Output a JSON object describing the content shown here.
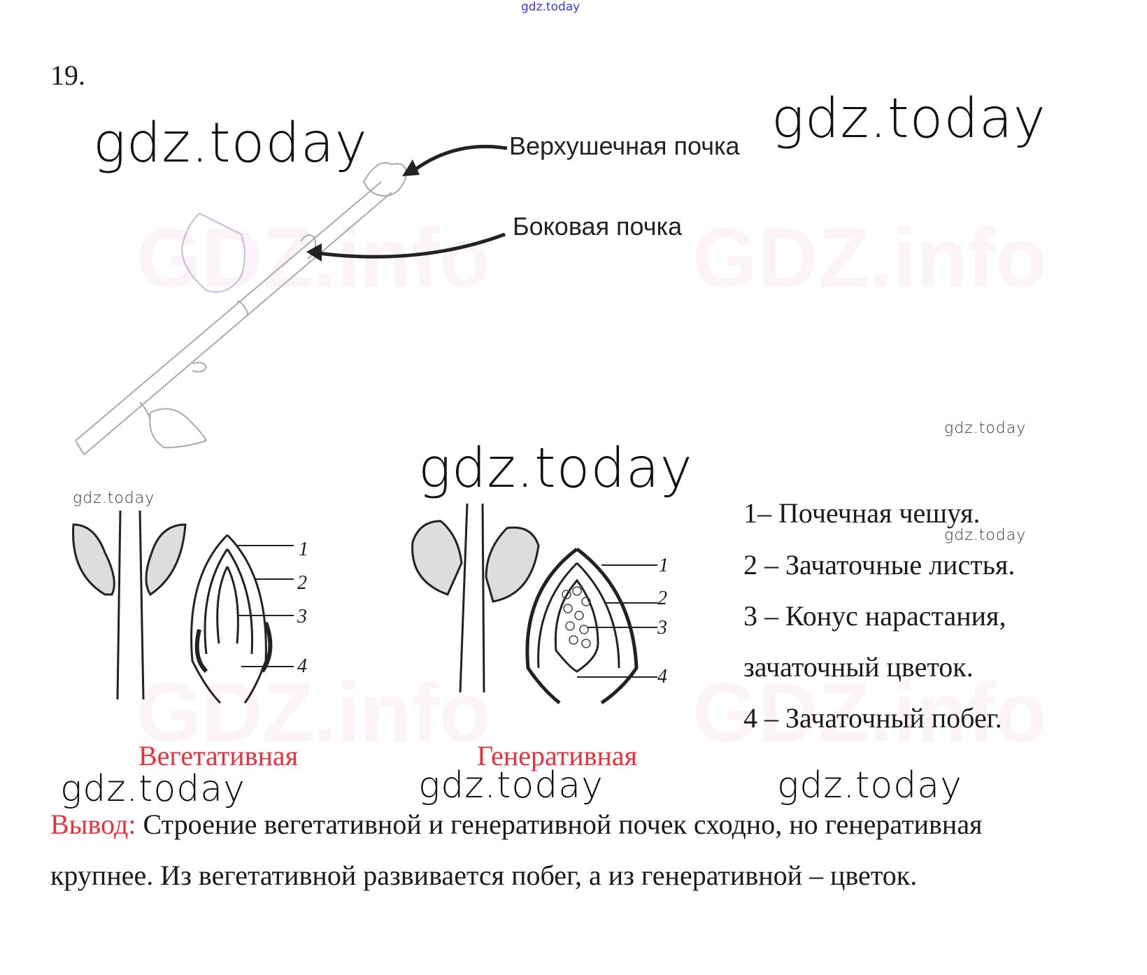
{
  "top_watermark": "gdz.today",
  "task_number": "19.",
  "watermarks": [
    "gdz.today",
    "gdz.today",
    "gdz.today",
    "gdz.today",
    "gdz.today",
    "gdz.today",
    "gdz.today",
    "gdz.today",
    "gdz.today"
  ],
  "faint_watermarks": [
    "GDZ.info",
    "GDZ.info",
    "GDZ.info",
    "GDZ.info"
  ],
  "shoot_labels": {
    "apical_bud": "Верхушечная почка",
    "lateral_bud": "Боковая почка"
  },
  "diagram_numbers": {
    "vegetative": [
      "1",
      "2",
      "3",
      "4"
    ],
    "generative": [
      "1",
      "2",
      "3",
      "4"
    ]
  },
  "legend": [
    "1– Почечная чешуя.",
    "2 – Зачаточные листья.",
    "3 – Конус нарастания,",
    "зачаточный цветок.",
    "4 – Зачаточный побег."
  ],
  "bud_types": {
    "vegetative": "Вегетативная",
    "generative": "Генеративная"
  },
  "conclusion": {
    "label": "Вывод:",
    "line1": " Строение вегетативной и генеративной почек сходно, но генеративная",
    "line2": "крупнее. Из вегетативной развивается побег, а из генеративной – цветок."
  },
  "colors": {
    "accent_red": "#e8313b",
    "watermark_blue": "#3a3ad8"
  }
}
